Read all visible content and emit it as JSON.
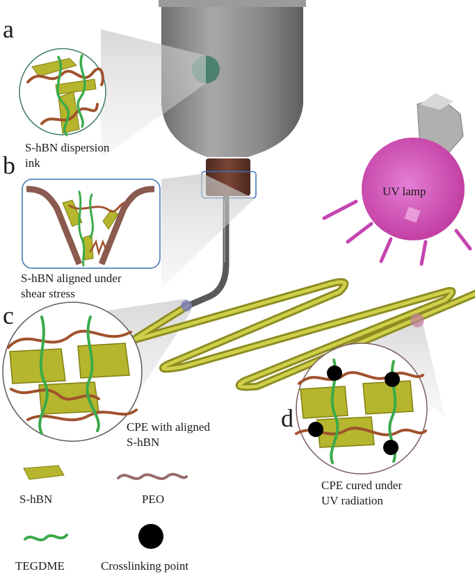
{
  "panels": {
    "a": "a",
    "b": "b",
    "c": "c",
    "d": "d"
  },
  "captions": {
    "a": [
      "S-hBN dispersion",
      "ink"
    ],
    "b": [
      "S-hBN aligned under",
      "shear stress"
    ],
    "c": [
      "CPE with aligned",
      "S-hBN"
    ],
    "d": [
      "CPE cured under",
      "UV radiation"
    ]
  },
  "lamp_label": "UV lamp",
  "legend": {
    "shbn": "S-hBN",
    "peo": "PEO",
    "tegdme": "TEGDME",
    "crosslink": "Crosslinking point"
  },
  "colors": {
    "syringe": "#8c8c8c",
    "nozzle": "#6b3a2e",
    "needle": "#5a5a5a",
    "filament": "#b8b838",
    "shbn": "#b5b52e",
    "peo": "#a0522d",
    "tegdme": "#3aaa4a",
    "lamp": "#d64fc2",
    "crosslink": "#000000"
  }
}
